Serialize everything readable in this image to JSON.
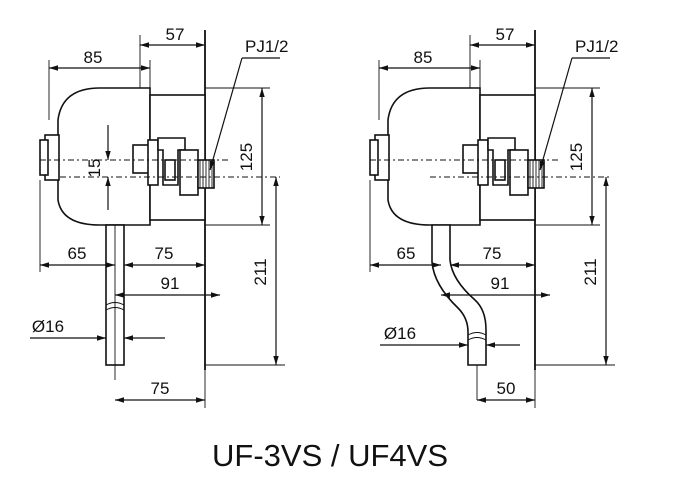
{
  "caption": "UF-3VS / UF4VS",
  "left": {
    "d85": "85",
    "d57": "57",
    "pj": "PJ1/2",
    "d15": "15",
    "d125": "125",
    "d65": "65",
    "d75a": "75",
    "d91": "91",
    "d211": "211",
    "dia": "Ø16",
    "d75b": "75"
  },
  "right": {
    "d85": "85",
    "d57": "57",
    "pj": "PJ1/2",
    "d125": "125",
    "d65": "65",
    "d75a": "75",
    "d91": "91",
    "d211": "211",
    "dia": "Ø16",
    "d50": "50"
  }
}
